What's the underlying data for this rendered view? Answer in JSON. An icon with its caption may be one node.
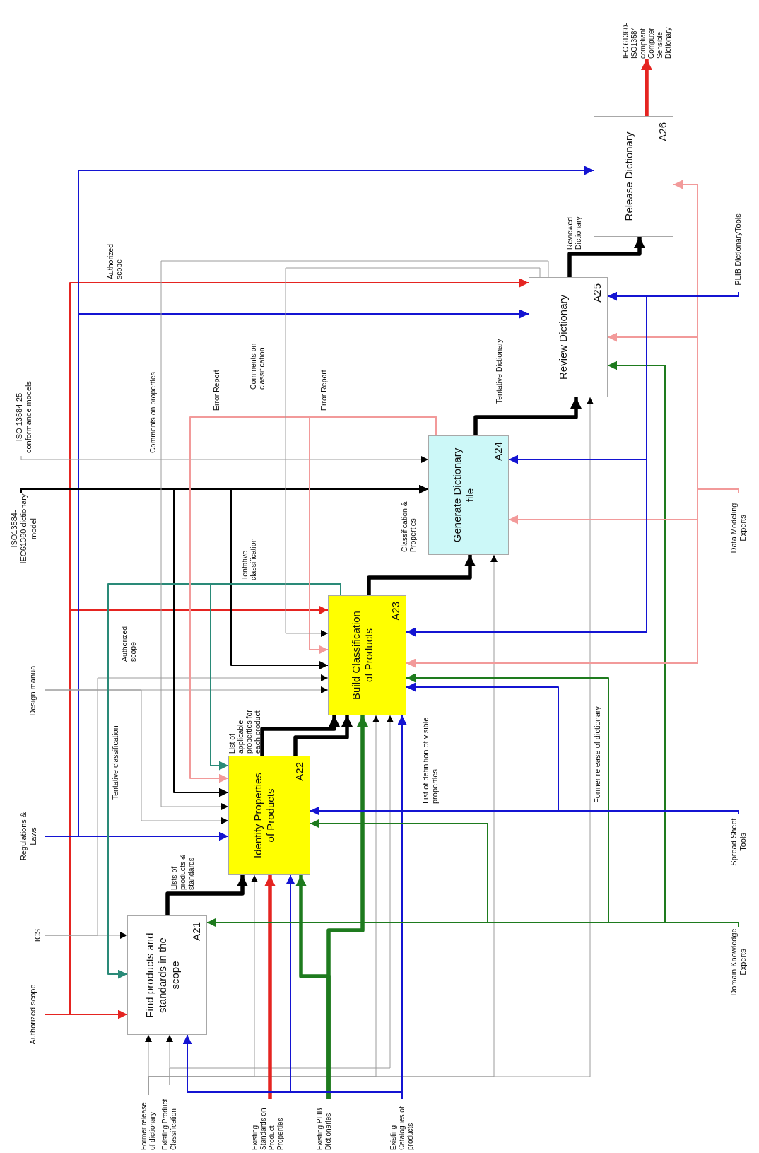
{
  "diagram": {
    "nodes": [
      {
        "text": [
          "Find products and standards in the scope",
          "A21"
        ]
      },
      {
        "text": [
          "Identify Properties of Products",
          "A22"
        ]
      },
      {
        "text": [
          "Build Classification of Products",
          "A23"
        ]
      },
      {
        "text": [
          "Generate Dictionary file",
          "A24"
        ]
      },
      {
        "text": [
          "Review Dictionary",
          "A25"
        ]
      },
      {
        "text": [
          "Release Dictionary",
          "A26"
        ]
      },
      {
        "text": [
          "Authorized scope"
        ]
      },
      {
        "text": [
          "ICS"
        ]
      },
      {
        "text": [
          "Regulations & Laws"
        ]
      },
      {
        "text": [
          "Design manual"
        ]
      },
      {
        "text": [
          "ISO13584-IEC61360 dictionary model"
        ]
      },
      {
        "text": [
          "ISO 13584-25 conformance models"
        ]
      },
      {
        "text": [
          "Former release of dictionary"
        ]
      },
      {
        "text": [
          "Existing Product Classification"
        ]
      },
      {
        "text": [
          "Existing Standards on Product Properties"
        ]
      },
      {
        "text": [
          "Existing PLIB Dictionaries"
        ]
      },
      {
        "text": [
          "Existing Catalogues of products"
        ]
      },
      {
        "text": [
          "Domain Knowledge Experts"
        ]
      },
      {
        "text": [
          "Spread Sheet Tools"
        ]
      },
      {
        "text": [
          "Data Modeling Experts"
        ]
      },
      {
        "text": [
          "PLIB DictionaryTools"
        ]
      },
      {
        "text": [
          "IEC 61360-ISO13584 compliant Computer Sensible Dictionary"
        ]
      }
    ],
    "edges": [
      {
        "from": 6,
        "to": 0,
        "arrow": "to",
        "color": "#e52421"
      },
      {
        "from": 6,
        "to": 2,
        "arrow": "to",
        "color": "#e52421",
        "label": "Authorized scope"
      },
      {
        "from": 6,
        "to": 4,
        "arrow": "to",
        "color": "#e52421",
        "label": "Authorized scope"
      },
      {
        "from": 7,
        "to": 0,
        "arrow": "to"
      },
      {
        "from": 7,
        "to": 2,
        "arrow": "to"
      },
      {
        "from": 8,
        "to": 1,
        "arrow": "to",
        "color": "#1414d2"
      },
      {
        "from": 8,
        "to": 4,
        "arrow": "to",
        "color": "#1414d2"
      },
      {
        "from": 8,
        "to": 5,
        "arrow": "to",
        "color": "#1414d2"
      },
      {
        "from": 9,
        "to": 2,
        "arrow": "to"
      },
      {
        "from": 9,
        "to": 1,
        "arrow": "to"
      },
      {
        "from": 10,
        "to": 1,
        "arrow": "to",
        "color": "#000000"
      },
      {
        "from": 10,
        "to": 2,
        "arrow": "to",
        "color": "#000000"
      },
      {
        "from": 10,
        "to": 3,
        "arrow": "to",
        "color": "#000000"
      },
      {
        "from": 11,
        "to": 3,
        "arrow": "to"
      },
      {
        "from": 2,
        "to": 0,
        "arrow": "to",
        "color": "#2a8a78",
        "label": "Tentative classification"
      },
      {
        "from": 2,
        "to": 1,
        "arrow": "to",
        "color": "#2a8a78",
        "label": "Tentative classification"
      },
      {
        "from": 3,
        "to": 1,
        "arrow": "to",
        "color": "#f29a9a",
        "label": "Error Report"
      },
      {
        "from": 3,
        "to": 2,
        "arrow": "to",
        "color": "#f29a9a",
        "label": "Error Report"
      },
      {
        "from": 4,
        "to": 1,
        "arrow": "to",
        "label": "Comments on properties"
      },
      {
        "from": 4,
        "to": 2,
        "arrow": "to",
        "label": "Comments on classification"
      },
      {
        "from": 0,
        "to": 1,
        "arrow": "to",
        "style": "thick",
        "color": "#000000",
        "label": "Lists of products & standards"
      },
      {
        "from": 1,
        "to": 2,
        "arrow": "to",
        "style": "thick",
        "color": "#000000",
        "label": "List of applicable properties for each product"
      },
      {
        "from": 1,
        "to": 2,
        "arrow": "to",
        "style": "thick",
        "color": "#000000"
      },
      {
        "from": 2,
        "to": 3,
        "arrow": "to",
        "style": "thick",
        "color": "#000000",
        "label": "Classification & Properties"
      },
      {
        "from": 3,
        "to": 4,
        "arrow": "to",
        "style": "thick",
        "color": "#000000",
        "label": "Tentative Dictionary"
      },
      {
        "from": 4,
        "to": 5,
        "arrow": "to",
        "style": "thick",
        "color": "#000000",
        "label": "Reviewed Dictionary"
      },
      {
        "from": 5,
        "to": 21,
        "arrow": "to",
        "style": "thick",
        "color": "#e52421"
      },
      {
        "from": 12,
        "to": 0,
        "arrow": "to"
      },
      {
        "from": 12,
        "to": 1,
        "arrow": "to"
      },
      {
        "from": 12,
        "to": 2,
        "arrow": "to"
      },
      {
        "from": 12,
        "to": 3,
        "arrow": "to"
      },
      {
        "from": 12,
        "to": 4,
        "arrow": "to"
      },
      {
        "from": 13,
        "to": 0,
        "arrow": "to"
      },
      {
        "from": 13,
        "to": 2,
        "arrow": "to"
      },
      {
        "from": 14,
        "to": 1,
        "arrow": "to",
        "style": "thick",
        "color": "#e52421"
      },
      {
        "from": 15,
        "to": 1,
        "arrow": "to",
        "style": "thick",
        "color": "#1e7b1e"
      },
      {
        "from": 15,
        "to": 2,
        "arrow": "to",
        "style": "thick",
        "color": "#1e7b1e"
      },
      {
        "from": 16,
        "to": 0,
        "arrow": "to",
        "color": "#1414d2"
      },
      {
        "from": 16,
        "to": 1,
        "arrow": "to",
        "color": "#1414d2"
      },
      {
        "from": 16,
        "to": 2,
        "arrow": "to",
        "color": "#1414d2"
      },
      {
        "from": 17,
        "to": 0,
        "arrow": "to",
        "color": "#1e7b1e"
      },
      {
        "from": 17,
        "to": 1,
        "arrow": "to",
        "color": "#1e7b1e"
      },
      {
        "from": 17,
        "to": 2,
        "arrow": "to",
        "color": "#1e7b1e"
      },
      {
        "from": 17,
        "to": 4,
        "arrow": "to",
        "color": "#1e7b1e"
      },
      {
        "from": 18,
        "to": 1,
        "arrow": "to",
        "color": "#1414d2"
      },
      {
        "from": 18,
        "to": 2,
        "arrow": "to",
        "color": "#1414d2"
      },
      {
        "from": 19,
        "to": 2,
        "arrow": "to",
        "color": "#f29a9a"
      },
      {
        "from": 19,
        "to": 3,
        "arrow": "to",
        "color": "#f29a9a"
      },
      {
        "from": 19,
        "to": 4,
        "arrow": "to",
        "color": "#f29a9a"
      },
      {
        "from": 19,
        "to": 5,
        "arrow": "to",
        "color": "#f29a9a"
      },
      {
        "from": 20,
        "to": 4,
        "arrow": "to",
        "color": "#1414d2"
      },
      {
        "from": 20,
        "to": 3,
        "arrow": "to",
        "color": "#1414d2"
      },
      {
        "from": 20,
        "to": 2,
        "arrow": "to",
        "color": "#1414d2"
      }
    ],
    "labels": [
      "List of definition of visible properties",
      "Former release of dictionary"
    ]
  }
}
